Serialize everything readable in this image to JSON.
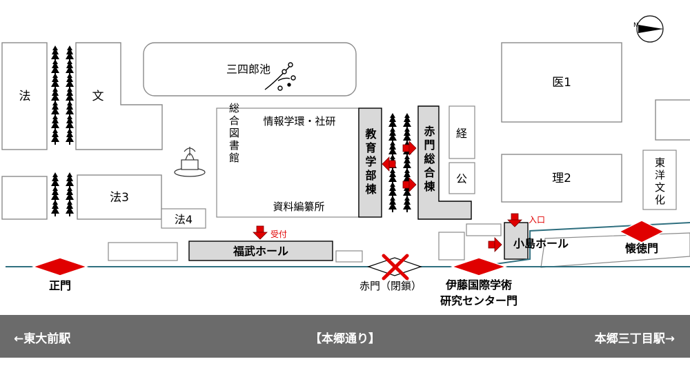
{
  "buildings": {
    "ho": "法",
    "bun": "文",
    "sanshiro_pond": "三四郎池",
    "joho_gakkan": "情報学環・社研",
    "sogo_toshokan": "総合図書館",
    "shiryo_hensanjo": "資料編纂所",
    "kyoiku_gakubu": "教育学部棟",
    "akamon_sogo": "赤門総合棟",
    "kei": "経",
    "ko": "公",
    "i1": "医1",
    "ri2": "理2",
    "toyo_bunka": "東洋文化",
    "ho3": "法3",
    "ho4": "法4",
    "fukutake_hall": "福武ホール",
    "kojima_hall": "小島ホール"
  },
  "annotations": {
    "reception": "受付",
    "entrance": "入口"
  },
  "gates": {
    "seimon": "正門",
    "akamon_closed": "赤門（閉鎖）",
    "ito_line1": "伊藤国際学術",
    "ito_line2": "研究センター門",
    "kaitoku": "懐徳門"
  },
  "street": {
    "left": "←東大前駅",
    "center": "【本郷通り】",
    "right": "本郷三丁目駅→"
  },
  "colors": {
    "arrow_red": "#e00000",
    "gate_red": "#e00000",
    "road_line": "#2f6f7f",
    "highlight_fill": "#d9d9d9",
    "street_bar": "#6b6b6b"
  },
  "icons": [
    "compass-icon",
    "tree-icon",
    "fountain-icon",
    "plum-branch-icon",
    "direction-arrow-icon",
    "closed-cross-icon"
  ]
}
